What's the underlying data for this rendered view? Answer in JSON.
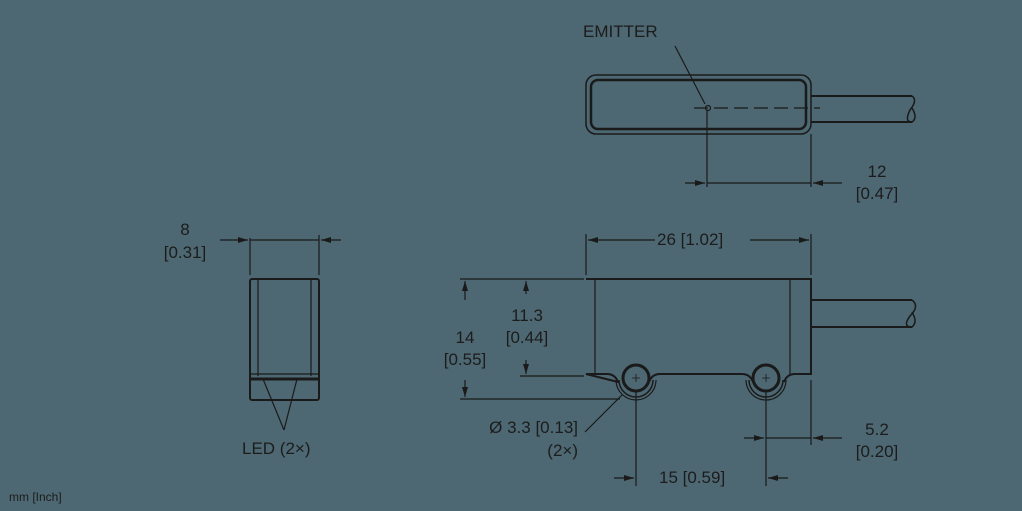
{
  "diagram": {
    "units_note": "mm [Inch]",
    "background_color": "#4d6872",
    "line_color": "#1a1a1a",
    "views": {
      "top": {
        "callout_emitter": "EMITTER",
        "dim_emitter_offset": {
          "mm": "12",
          "inch": "[0.47]"
        }
      },
      "end": {
        "dim_width": {
          "mm": "8",
          "inch": "[0.31]"
        },
        "callout_led": "LED (2×)"
      },
      "side": {
        "dim_length": "26 [1.02]",
        "dim_height_total": {
          "mm": "14",
          "inch": "[0.55]"
        },
        "dim_height_body": {
          "mm": "11.3",
          "inch": "[0.44]"
        },
        "dim_hole": "Ø 3.3 [0.13]",
        "dim_hole_count": "(2×)",
        "dim_hole_spacing": "15 [0.59]",
        "dim_hole_edge": {
          "mm": "5.2",
          "inch": "[0.20]"
        }
      }
    }
  }
}
